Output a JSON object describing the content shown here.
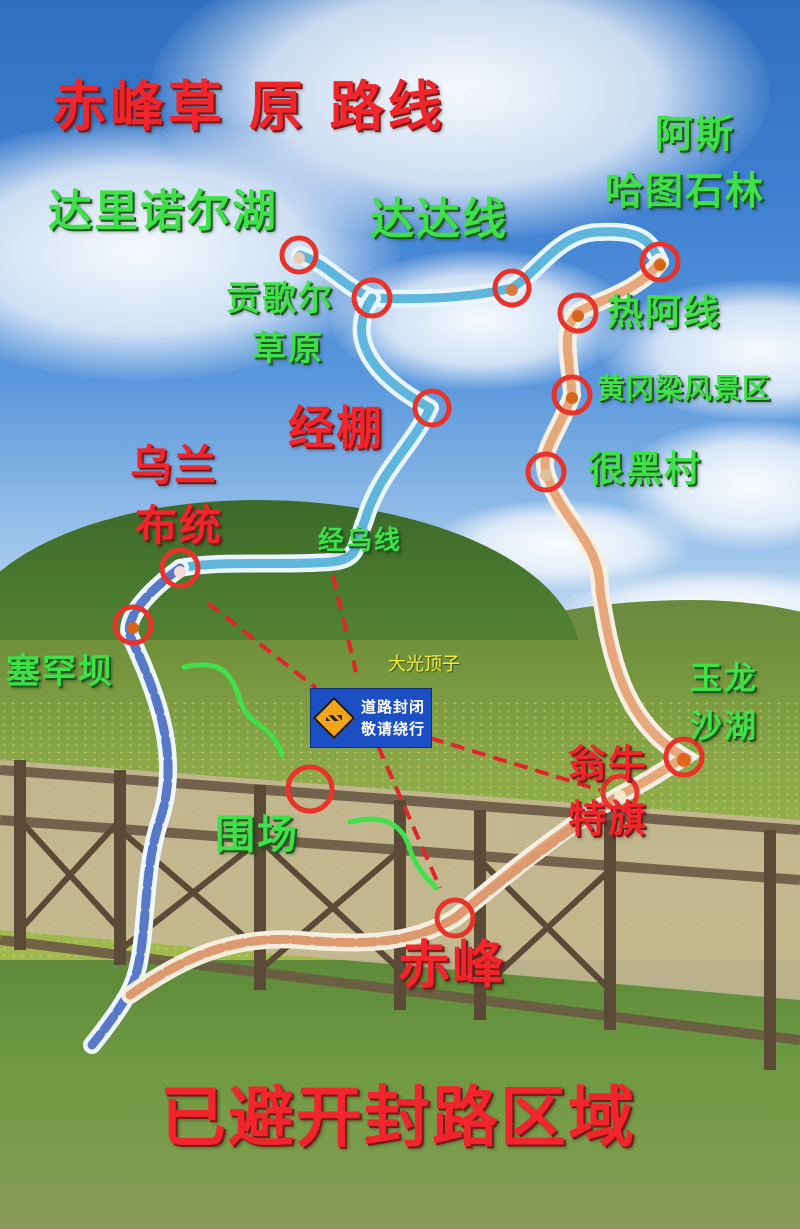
{
  "title": "赤峰草 原 路线",
  "footer_note": "已避开封路区域",
  "closure_sign": {
    "line1": "道路封闭",
    "line2": "敬请绕行",
    "icon": "road-closed-barrier-icon",
    "colors": {
      "background": "#1d4fc4",
      "sign": "#f1a51b",
      "text": "#ffffff"
    }
  },
  "places": {
    "dalinuoer": "达里诺尔湖",
    "dadaxian": "达达线",
    "asihatu_1": "阿斯",
    "asihatu_2": "哈图石林",
    "gonggeer_1": "贡歌尔",
    "gonggeer_2": "草原",
    "rexian": "热阿线",
    "huanggangliang": "黄冈梁风景区",
    "jingpeng": "经棚",
    "henheicun": "很黑村",
    "wulan_1": "乌兰",
    "wulan_2": "布统",
    "jingwuxian": "经乌线",
    "saihanba": "塞罕坝",
    "daguangdingzi": "大光顶子",
    "yulong_1": "玉龙",
    "yulong_2": "沙湖",
    "wengniute_1": "翁牛",
    "wengniute_2": "特旗",
    "weichang": "围场",
    "chifeng": "赤峰"
  },
  "colors": {
    "title_red": "#f0262c",
    "label_green": "#3fe04a",
    "label_yellow": "#f3f13a",
    "route_blue": "#6fc6e8",
    "route_orange": "#e8a070",
    "marker_red": "#e8332a",
    "closed_road_red": "#e0262a"
  }
}
